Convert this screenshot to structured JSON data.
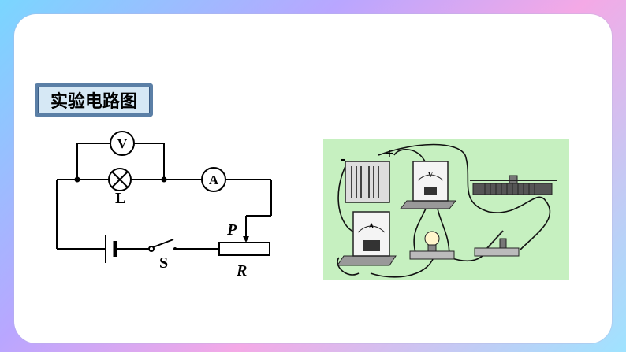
{
  "heading": "实验电路图",
  "circuit": {
    "voltmeter": "V",
    "ammeter": "A",
    "lamp_label": "L",
    "switch_label": "S",
    "slider_label": "P",
    "rheostat_label": "R"
  },
  "photo": {
    "voltmeter_face": "V",
    "ammeter_face": "A",
    "battery_minus": "-",
    "battery_plus": "+"
  }
}
